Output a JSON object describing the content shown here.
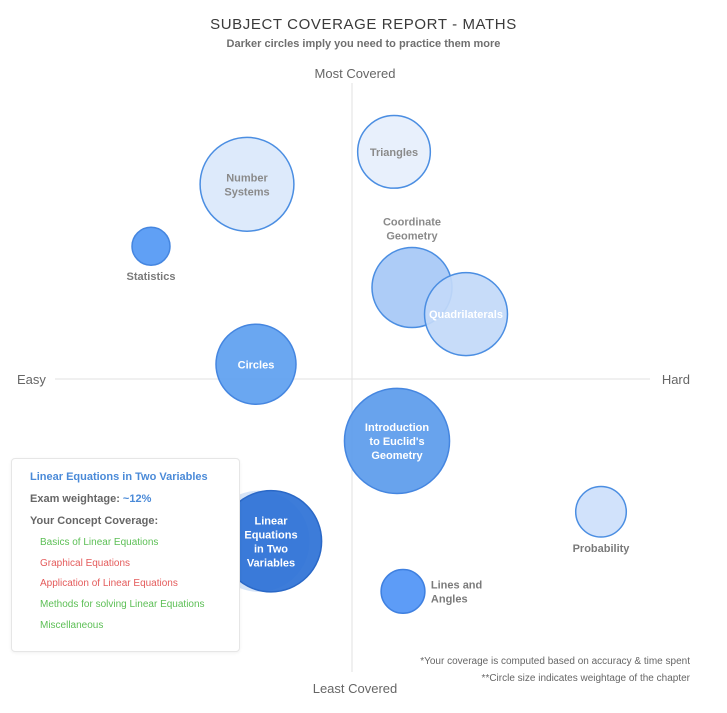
{
  "header": {
    "title": "SUBJECT COVERAGE REPORT - MATHS",
    "subtitle": "Darker circles imply you need to practice them more"
  },
  "chart_data": {
    "type": "bubble",
    "title": "SUBJECT COVERAGE REPORT - MATHS",
    "subtitle": "Darker circles imply you need to practice them more",
    "axes": {
      "x": {
        "left_label": "Easy",
        "right_label": "Hard"
      },
      "y": {
        "top_label": "Most Covered",
        "bottom_label": "Least Covered"
      },
      "grid": false
    },
    "series": [
      {
        "name": "Number Systems",
        "x": -0.35,
        "y": 0.66,
        "size": 5.5,
        "shade": 0.2,
        "color": "#dae8fb",
        "stroke": "#4b8ee2",
        "text_color": "#8a8a8a",
        "label_position": "center"
      },
      {
        "name": "Triangles",
        "x": 0.14,
        "y": 0.77,
        "size": 3.3,
        "shade": 0.12,
        "color": "#e6effc",
        "stroke": "#4b8ee2",
        "text_color": "#8a8a8a",
        "label_position": "center"
      },
      {
        "name": "Statistics",
        "x": -0.67,
        "y": 0.45,
        "size": 0.9,
        "shade": 0.9,
        "color": "#5298f4",
        "stroke": "#4586e0",
        "text_color": "#7a7a7a",
        "label_position": "below"
      },
      {
        "name": "Coordinate Geometry",
        "x": 0.2,
        "y": 0.31,
        "size": 4.0,
        "shade": 0.5,
        "color": "#a6c8f6",
        "stroke": "#4b8ee2",
        "text_color": "#8a8a8a",
        "label_position": "above"
      },
      {
        "name": "Quadrilaterals",
        "x": 0.38,
        "y": 0.22,
        "size": 4.3,
        "shade": 0.3,
        "color": "#c2d9f8",
        "stroke": "#4b8ee2",
        "text_color": "#ffffff",
        "label_position": "center"
      },
      {
        "name": "Circles",
        "x": -0.32,
        "y": 0.05,
        "size": 4.0,
        "shade": 0.78,
        "color": "#5d9ff0",
        "stroke": "#4586e0",
        "text_color": "#ffffff",
        "label_position": "center"
      },
      {
        "name": "Introduction to Euclid's Geometry",
        "x": 0.15,
        "y": -0.21,
        "size": 6.9,
        "shade": 0.82,
        "color": "#5b9bec",
        "stroke": "#4586e0",
        "text_color": "#ffffff",
        "label_position": "center"
      },
      {
        "name": "Linear Equations in Two Variables",
        "x": -0.27,
        "y": -0.55,
        "size": 6.4,
        "shade": 1.0,
        "color": "#2d71d6",
        "stroke": "#2a68c7",
        "text_color": "#ffffff",
        "label_position": "center",
        "selected": true
      },
      {
        "name": "Probability",
        "x": 0.83,
        "y": -0.45,
        "size": 1.6,
        "shade": 0.28,
        "color": "#cde0fb",
        "stroke": "#4b8ee2",
        "text_color": "#7a7a7a",
        "label_position": "below"
      },
      {
        "name": "Lines and Angles",
        "x": 0.17,
        "y": -0.72,
        "size": 1.2,
        "shade": 0.95,
        "color": "#4f94f6",
        "stroke": "#3f80e0",
        "text_color": "#7a7a7a",
        "label_position": "right"
      }
    ]
  },
  "tooltip": {
    "title": "Linear Equations in Two Variables",
    "weightage_label": "Exam weightage:",
    "weightage_value": "~12%",
    "coverage_label": "Your Concept Coverage:",
    "concepts": [
      {
        "name": "Basics of Linear Equations",
        "color": "#5cbf55"
      },
      {
        "name": "Graphical Equations",
        "color": "#e45b5b"
      },
      {
        "name": "Application of Linear Equations",
        "color": "#e45b5b"
      },
      {
        "name": "Methods for solving Linear Equations",
        "color": "#5cbf55"
      },
      {
        "name": "Miscellaneous",
        "color": "#5cbf55"
      }
    ]
  },
  "footnotes": {
    "line1": "*Your coverage is computed based on accuracy & time spent",
    "line2": "**Circle size indicates weightage of the chapter"
  }
}
